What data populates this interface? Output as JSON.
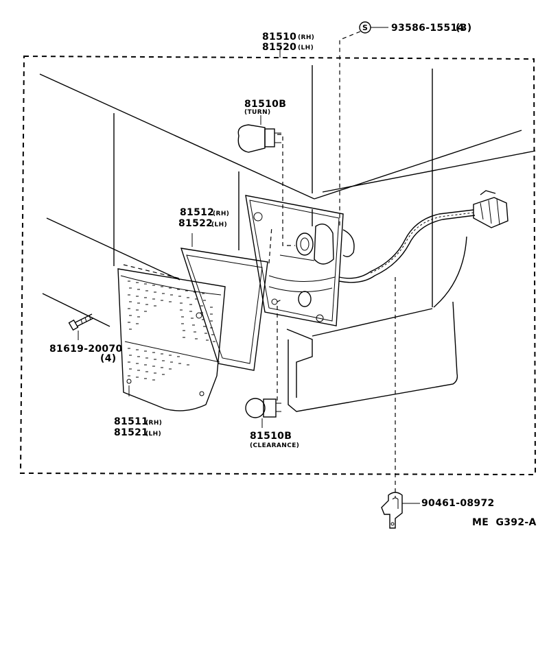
{
  "assembly": {
    "part_rh": "81510",
    "side_rh": "(RH)",
    "part_lh": "81520",
    "side_lh": "(LH)"
  },
  "screw_callout": {
    "symbol": "S",
    "part": "93586-15514",
    "qty": "(3)"
  },
  "turn_bulb": {
    "part": "81510B",
    "desc": "(TURN)"
  },
  "gasket": {
    "part_rh": "81512",
    "side_rh": "(RH)",
    "part_lh": "81522",
    "side_lh": "(LH)"
  },
  "lens_screw": {
    "part": "81619-20070",
    "qty": "(4)"
  },
  "lens": {
    "part_rh": "81511",
    "side_rh": "(RH)",
    "part_lh": "81521",
    "side_lh": "(LH)"
  },
  "clearance_bulb": {
    "part": "81510B",
    "desc": "(CLEARANCE)"
  },
  "clamp": {
    "part": "90461-08972"
  },
  "drawing_code": "ME  G392-A"
}
